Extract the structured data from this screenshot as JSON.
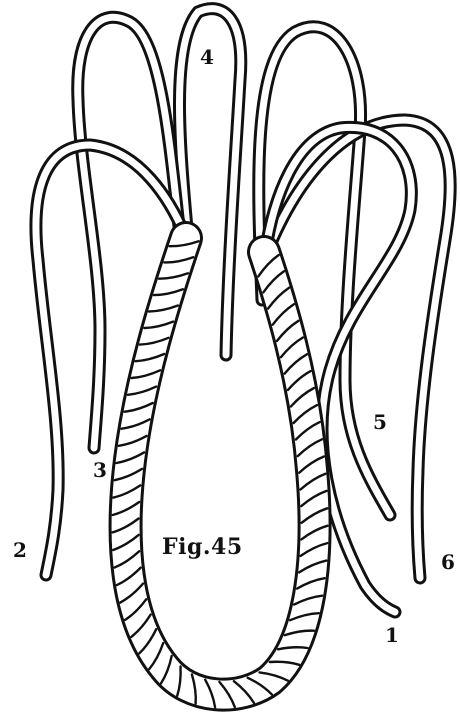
{
  "figure": {
    "caption": "Fig.45",
    "strand_labels": [
      "1",
      "2",
      "3",
      "4",
      "5",
      "6"
    ]
  },
  "colors": {
    "ink": "#111111",
    "paper": "#ffffff"
  }
}
